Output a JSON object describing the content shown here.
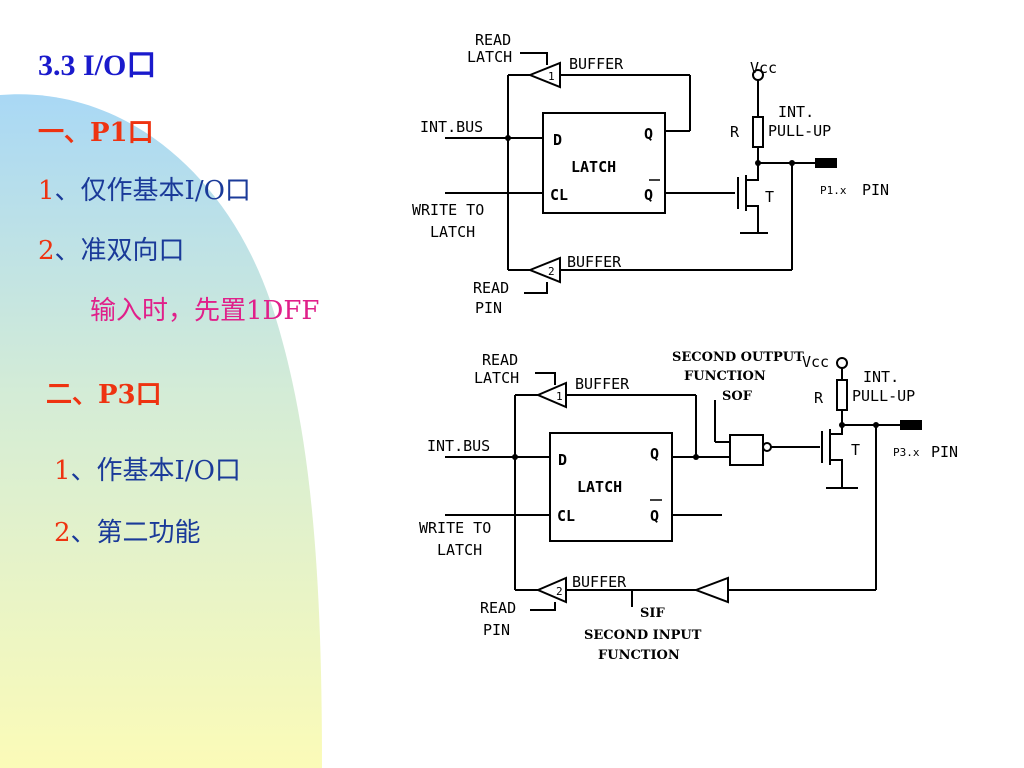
{
  "title": "3.3  I/O口",
  "section1": {
    "heading": "一、P1口",
    "items": [
      {
        "num": "1",
        "text": "、仅作基本I/O口"
      },
      {
        "num": "2",
        "text": "、准双向口"
      }
    ],
    "note": "输入时，先置1DFF"
  },
  "section2": {
    "heading": "二、P3口",
    "items": [
      {
        "num": "1",
        "text": "、作基本I/O口"
      },
      {
        "num": "2",
        "text": "、第二功能"
      }
    ]
  },
  "diagram1": {
    "read_latch": [
      "READ",
      "LATCH"
    ],
    "buffer_top": "BUFFER",
    "buffer_top_num": "1",
    "int_bus": "INT.BUS",
    "write_to_latch": [
      "WRITE TO",
      "LATCH"
    ],
    "latch_d": "D",
    "latch_q": "Q",
    "latch_label": "LATCH",
    "latch_cl": "CL",
    "latch_qbar": "Q",
    "vcc": "Vcc",
    "pullup": [
      "INT.",
      "PULL-UP"
    ],
    "r": "R",
    "t": "T",
    "pin_prefix": "P1.x",
    "pin": "PIN",
    "buffer_bottom": "BUFFER",
    "buffer_bottom_num": "2",
    "read_pin": [
      "READ",
      "PIN"
    ]
  },
  "diagram2": {
    "read_latch": [
      "READ",
      "LATCH"
    ],
    "buffer_top": "BUFFER",
    "buffer_top_num": "1",
    "second_output": [
      "SECOND OUTPUT",
      "FUNCTION"
    ],
    "sof": "SOF",
    "int_bus": "INT.BUS",
    "write_to_latch": [
      "WRITE TO",
      "LATCH"
    ],
    "latch_d": "D",
    "latch_q": "Q",
    "latch_label": "LATCH",
    "latch_cl": "CL",
    "latch_qbar": "Q",
    "vcc": "Vcc",
    "pullup": [
      "INT.",
      "PULL-UP"
    ],
    "r": "R",
    "t": "T",
    "pin_prefix": "P3.x",
    "pin": "PIN",
    "buffer_bottom": "BUFFER",
    "buffer_bottom_num": "2",
    "read_pin": [
      "READ",
      "PIN"
    ],
    "sif": "SIF",
    "second_input": [
      "SECOND INPUT",
      "FUNCTION"
    ]
  }
}
